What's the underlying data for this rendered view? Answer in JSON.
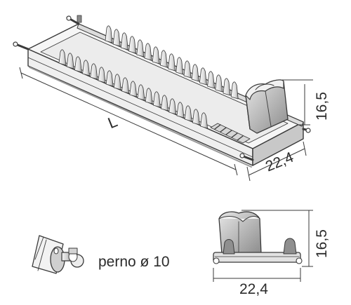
{
  "dimensions": {
    "length_label": "L",
    "depth_top": "22,4",
    "height_top": "16,5",
    "height_side": "16,5",
    "depth_side": "22,4"
  },
  "pin": {
    "label": "perno ø 10"
  },
  "colors": {
    "line": "#3a3a3a",
    "fill_light": "#f4f4f4",
    "fill_mid": "#d9d9d9",
    "fill_dark": "#8a8a8a"
  }
}
